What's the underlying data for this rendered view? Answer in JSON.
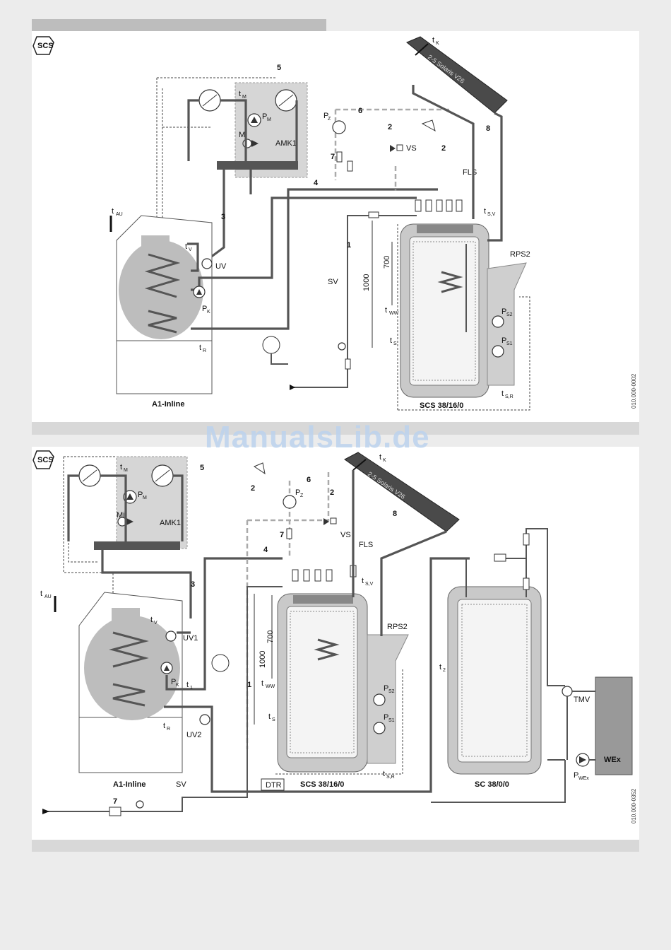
{
  "watermark": "ManualsLib.de",
  "badge": "SCS",
  "diagram1": {
    "ref": "010.000-0002",
    "boiler_label": "A1-Inline",
    "tank_label": "SCS 38/16/0",
    "collector_label": "2-5 Solaris V26",
    "labels": {
      "t_k": "t",
      "t_k_sub": "K",
      "t_m": "t",
      "t_m_sub": "M",
      "p_m": "P",
      "p_m_sub": "M",
      "mi": "Mi",
      "amk1": "AMK1",
      "p_z": "P",
      "p_z_sub": "Z",
      "vs": "VS",
      "fls": "FLS",
      "t_au": "t",
      "t_au_sub": "AU",
      "t_v": "t",
      "t_v_sub": "V",
      "uv": "UV",
      "p_k": "P",
      "p_k_sub": "K",
      "t_r": "t",
      "t_r_sub": "R",
      "sv": "SV",
      "t_ww": "t",
      "t_ww_sub": "WW",
      "t_s": "t",
      "t_s_sub": "S",
      "t_sv": "t",
      "t_sv_sub": "S,V",
      "t_sr": "t",
      "t_sr_sub": "S,R",
      "rps2": "RPS2",
      "p_s2": "P",
      "p_s2_sub": "S2",
      "p_s1": "P",
      "p_s1_sub": "S1",
      "d700": "700",
      "d1000": "1000",
      "n1": "1",
      "n2a": "2",
      "n2b": "2",
      "n3": "3",
      "n4": "4",
      "n5": "5",
      "n6": "6",
      "n7": "7",
      "n8": "8"
    }
  },
  "diagram2": {
    "ref": "010.000-0352",
    "boiler_label": "A1-Inline",
    "tank_label": "SCS 38/16/0",
    "tank2_label": "SC 38/0/0",
    "collector_label": "2-5 Solaris V26",
    "labels": {
      "t_k": "t",
      "t_k_sub": "K",
      "t_m": "t",
      "t_m_sub": "M",
      "p_m": "P",
      "p_m_sub": "M",
      "mi": "Mi",
      "amk1": "AMK1",
      "p_z": "P",
      "p_z_sub": "Z",
      "vs": "VS",
      "fls": "FLS",
      "t_au": "t",
      "t_au_sub": "AU",
      "t_v": "t",
      "t_v_sub": "V",
      "uv1": "UV1",
      "uv2": "UV2",
      "p_k": "P",
      "p_k_sub": "K",
      "t_r": "t",
      "t_r_sub": "R",
      "t_1": "t",
      "t_1_sub": "1",
      "t_2": "t",
      "t_2_sub": "2",
      "sv": "SV",
      "dtr": "DTR",
      "t_ww": "t",
      "t_ww_sub": "WW",
      "t_s": "t",
      "t_s_sub": "S",
      "t_sv": "t",
      "t_sv_sub": "S,V",
      "t_sr": "t",
      "t_sr_sub": "S,R",
      "rps2": "RPS2",
      "p_s2": "P",
      "p_s2_sub": "S2",
      "p_s1": "P",
      "p_s1_sub": "S1",
      "tmv": "TMV",
      "wex": "WEx",
      "p_wex": "P",
      "p_wex_sub": "WEx",
      "d700": "700",
      "d1000": "1000",
      "n1": "1",
      "n2a": "2",
      "n2b": "2",
      "n3": "3",
      "n4": "4",
      "n5": "5",
      "n6": "6",
      "n7a": "7",
      "n7b": "7",
      "n8": "8"
    }
  }
}
